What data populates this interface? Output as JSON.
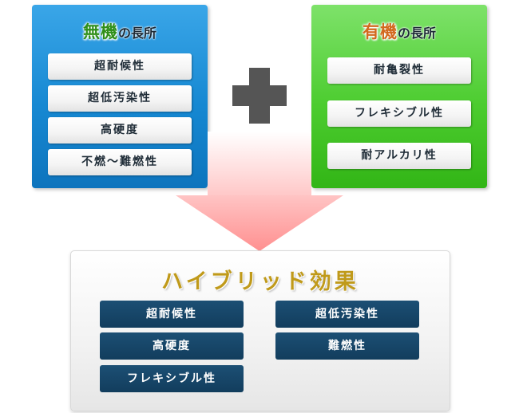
{
  "inorganic": {
    "title_big": "無機",
    "title_small": "の長所",
    "items": [
      "超耐候性",
      "超低汚染性",
      "高硬度",
      "不燃～難燃性"
    ]
  },
  "organic": {
    "title_big": "有機",
    "title_small": "の長所",
    "items": [
      "耐亀裂性",
      "フレキシブル性",
      "耐アルカリ性"
    ]
  },
  "hybrid": {
    "title": "ハイブリッド効果",
    "items": [
      "超耐候性",
      "超低汚染性",
      "高硬度",
      "難燃性",
      "フレキシブル性"
    ]
  },
  "colors": {
    "inorganic_panel": "#1688d2",
    "organic_panel": "#4ccc2f",
    "inorganic_title": "#2f8f1a",
    "organic_title": "#d2691e",
    "hybrid_title": "#c09a1a",
    "chip": "#123d5d",
    "plus": "#555555",
    "arrow": "#ff9090"
  }
}
